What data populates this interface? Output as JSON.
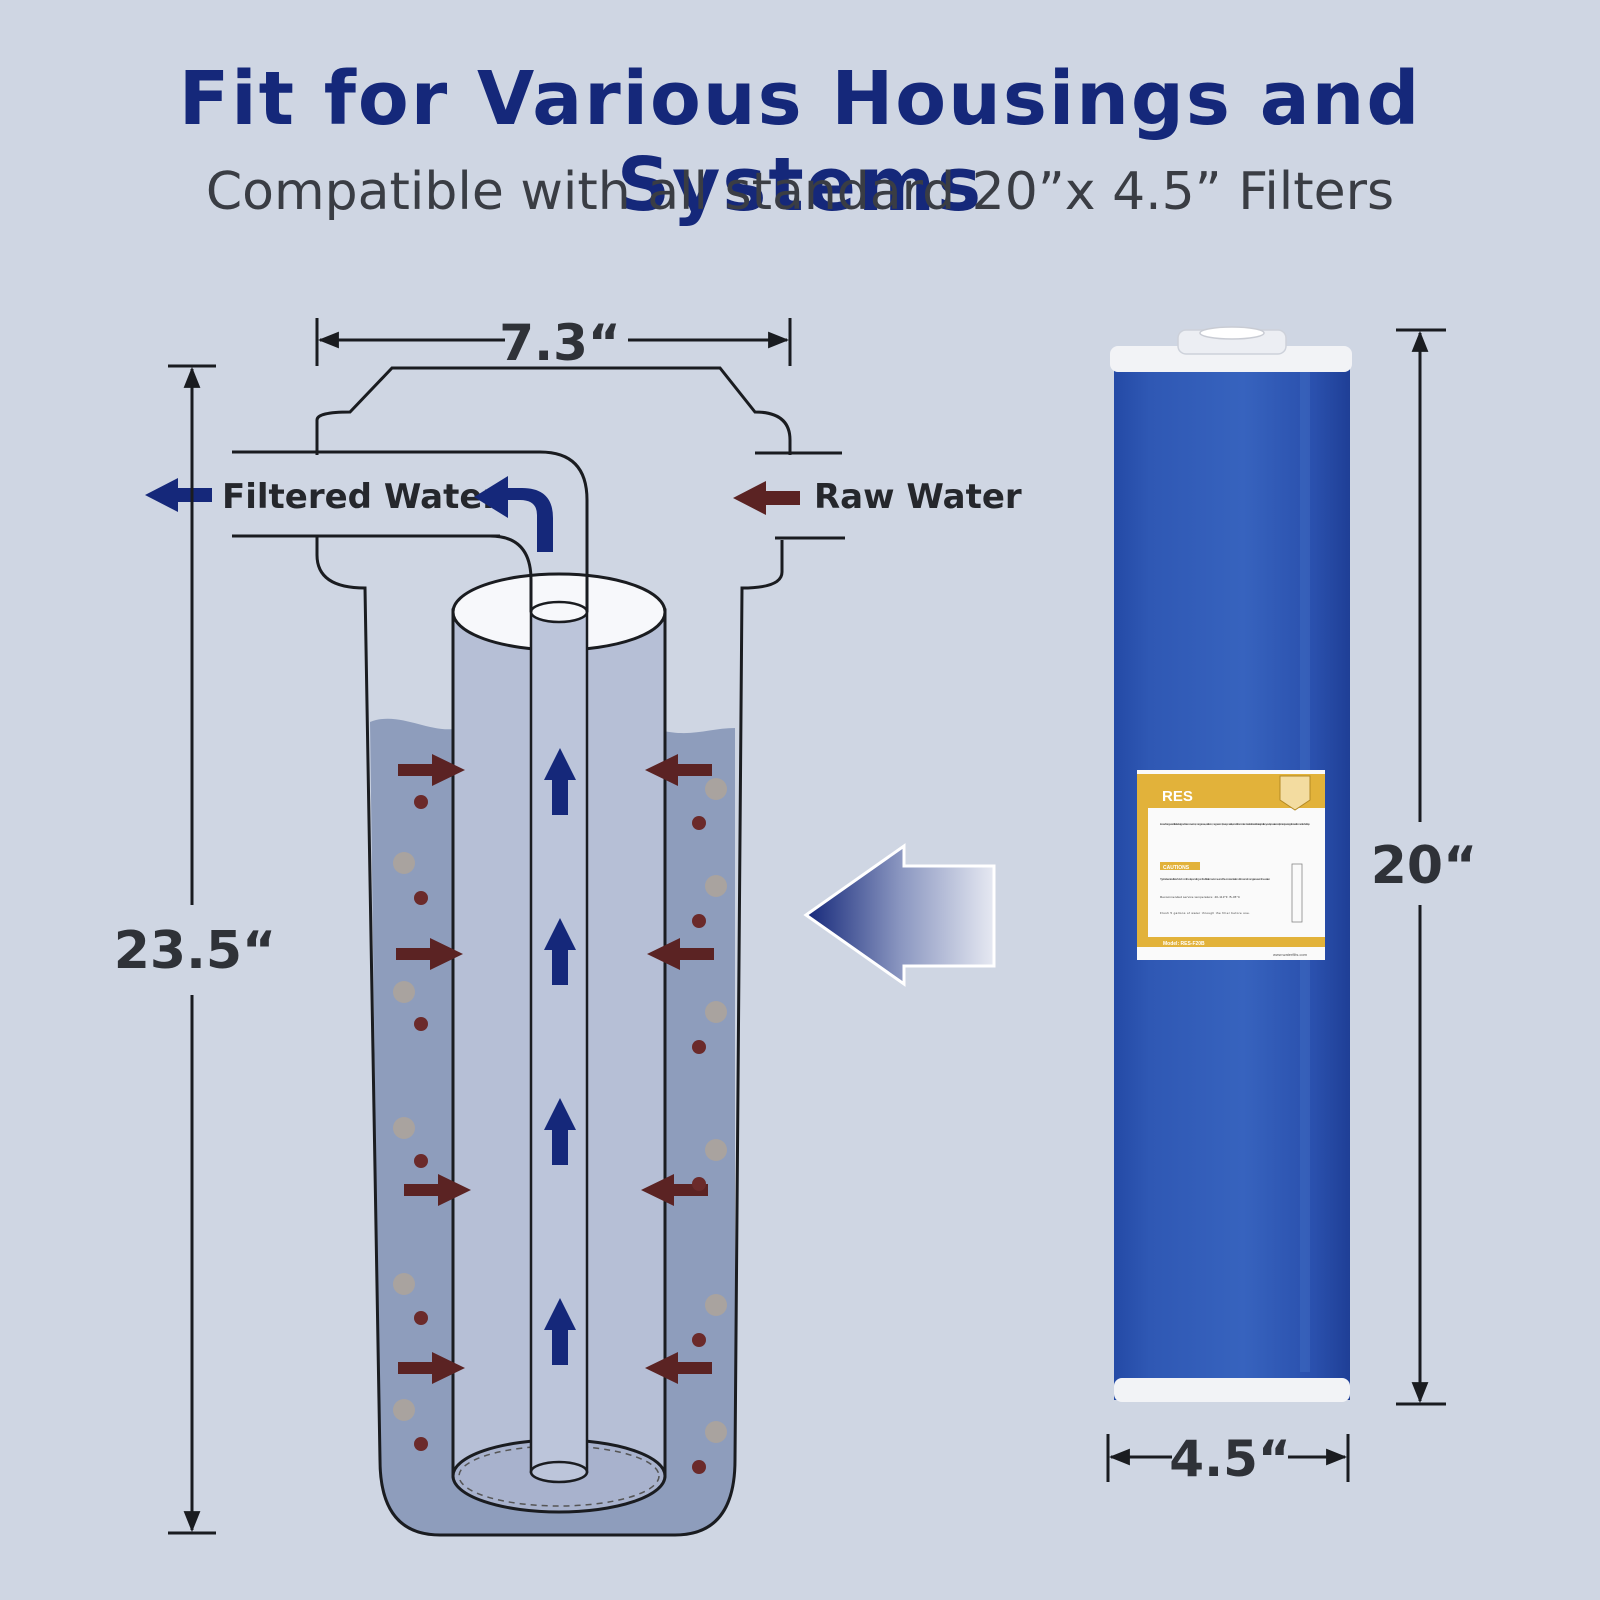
{
  "header": {
    "title": "Fit for Various Housings and Systems",
    "subtitle": "Compatible with all standard 20”x 4.5” Filters"
  },
  "dimensions": {
    "housing_width": "7.3“",
    "housing_height": "23.5“",
    "filter_height": "20“",
    "filter_width": "4.5“"
  },
  "flow": {
    "filtered_label": "Filtered Water",
    "raw_label": "Raw Water"
  },
  "filter_label": {
    "title": "RES",
    "description": "Ion exchange resin filter is designed to remove iron, manganese, calcium, magnesium, heavy metals, and other contaminants. It can effectively soften your tap water and protect your appliances from scale build up.",
    "cautions_heading": "CAUTIONS",
    "caution_1": "Typical service life is 6-12 months depending on the filtration volume and the concentration of iron and manganese in the water.",
    "caution_2": "Recommended service temperature: 40-113°F /5-45°C",
    "caution_3": "Flush 5 gallons of water through the filter before use.",
    "model": "Model: RES-F20B",
    "website": "www.waterfilts.com"
  },
  "colors": {
    "background": "#cfd6e3",
    "title": "#15287a",
    "filtered_arrow": "#15287a",
    "raw_arrow": "#5b2323",
    "water": "#8e9dbc",
    "filter_blue": "#2f58b4",
    "label_gold": "#e2b23a"
  }
}
